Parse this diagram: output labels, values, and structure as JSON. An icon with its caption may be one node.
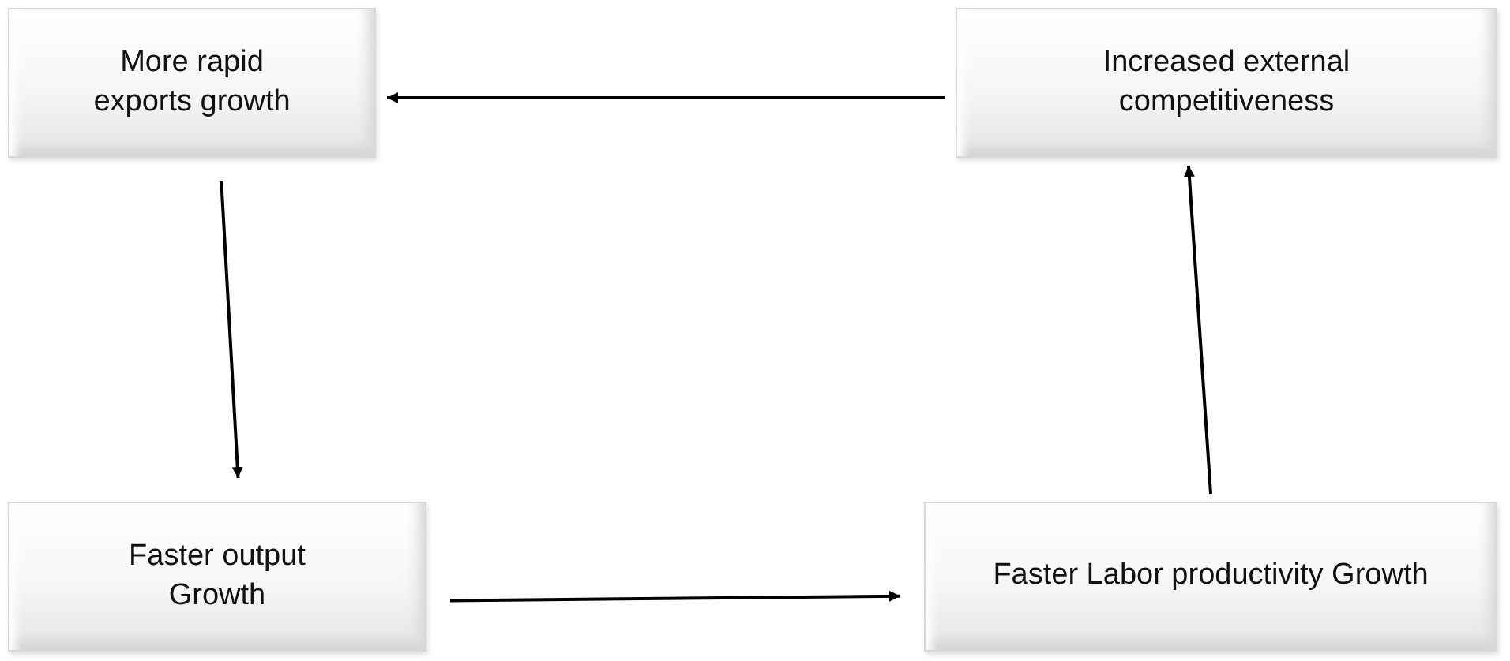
{
  "diagram": {
    "nodes": [
      {
        "text": [
          "More rapid exports growth"
        ]
      },
      {
        "text": [
          "Increased external competitiveness"
        ]
      },
      {
        "text": [
          "Faster output Growth"
        ]
      },
      {
        "text": [
          "Faster Labor productivity Growth"
        ]
      }
    ],
    "edges": [
      {
        "from": 1,
        "to": 0,
        "arrow": "to"
      },
      {
        "from": 0,
        "to": 2,
        "arrow": "to"
      },
      {
        "from": 2,
        "to": 3,
        "arrow": "to"
      },
      {
        "from": 3,
        "to": 1,
        "arrow": "to"
      }
    ]
  }
}
